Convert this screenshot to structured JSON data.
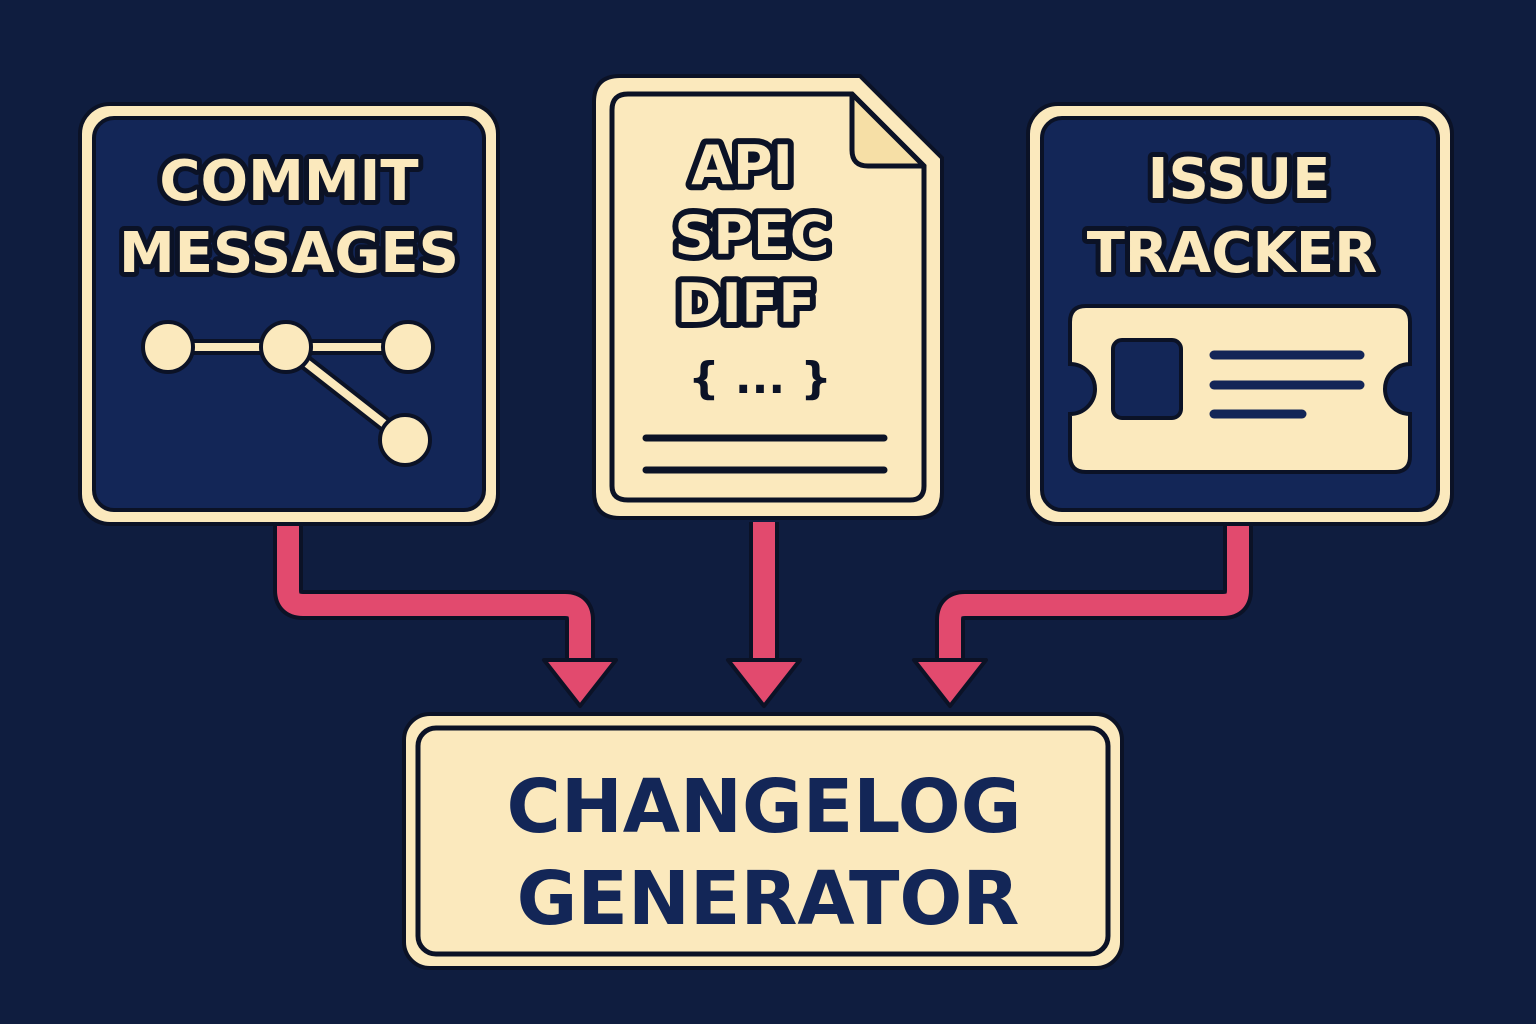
{
  "diagram": {
    "sources": [
      {
        "id": "commit",
        "title_lines": [
          "COMMIT",
          "MESSAGES"
        ]
      },
      {
        "id": "api",
        "title_lines": [
          "API",
          "SPEC",
          "DIFF"
        ],
        "code_glyph": "{ ... }"
      },
      {
        "id": "issue",
        "title_lines": [
          "ISSUE",
          "TRACKER"
        ]
      }
    ],
    "target": {
      "title_lines": [
        "CHANGELOG",
        "GENERATOR"
      ]
    },
    "edges": [
      {
        "from": "commit",
        "to": "target"
      },
      {
        "from": "api",
        "to": "target"
      },
      {
        "from": "issue",
        "to": "target"
      }
    ]
  },
  "colors": {
    "background": "#0f1d3f",
    "cream": "#fbe9bd",
    "navy": "#132657",
    "outline": "#0b1226",
    "arrow": "#e24a6e"
  },
  "icons": {
    "commit": "git-graph-icon",
    "api": "document-icon",
    "issue": "ticket-icon"
  }
}
